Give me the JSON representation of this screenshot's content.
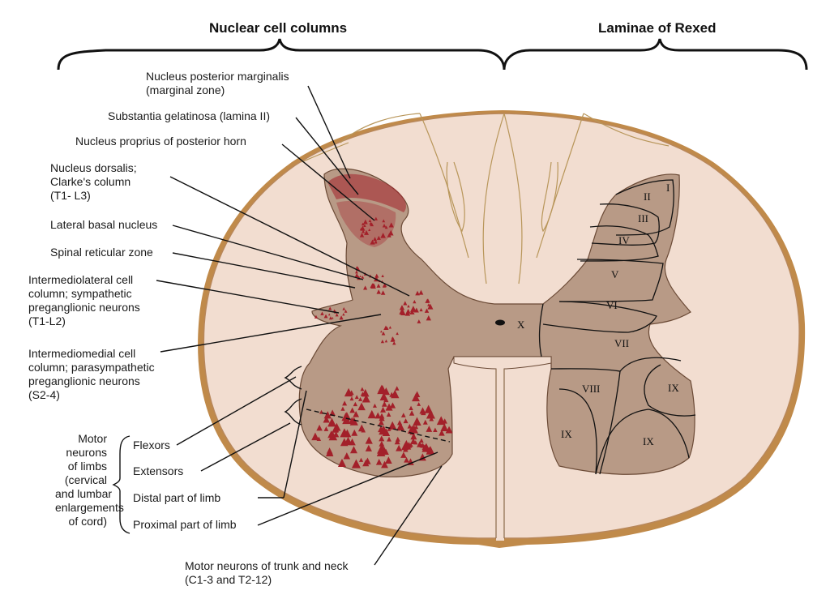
{
  "headers": {
    "left": "Nuclear cell columns",
    "right": "Laminae of Rexed"
  },
  "labels": {
    "posterior_marginalis": [
      "Nucleus posterior marginalis",
      "(marginal zone)"
    ],
    "gelatinosa": "Substantia gelatinosa (lamina II)",
    "proprius": "Nucleus proprius of posterior horn",
    "dorsalis": [
      "Nucleus dorsalis;",
      "Clarke's column",
      "(T1- L3)"
    ],
    "lateral_basal": "Lateral basal nucleus",
    "spinal_reticular": "Spinal reticular zone",
    "intermediolateral": [
      "Intermediolateral cell",
      "column; sympathetic",
      "preganglionic neurons",
      "(T1-L2)"
    ],
    "intermediomedial": [
      "Intermediomedial cell",
      "column; parasympathetic",
      "preganglionic neurons",
      "(S2-4)"
    ],
    "motor_limbs": [
      "Motor",
      "neurons",
      "of limbs",
      "(cervical",
      "and lumbar",
      "enlargements",
      "of cord)"
    ],
    "flexors": "Flexors",
    "extensors": "Extensors",
    "distal": "Distal part of limb",
    "proximal": "Proximal part of limb",
    "trunk_neck": [
      "Motor neurons of trunk and neck",
      "(C1-3 and T2-12)"
    ]
  },
  "laminae": [
    "I",
    "II",
    "III",
    "IV",
    "V",
    "VI",
    "VII",
    "VIII",
    "IX",
    "IX",
    "IX",
    "X"
  ],
  "colors": {
    "white_matter": "#f2ddd0",
    "gray_matter": "#b89a86",
    "neurons": "#a3202a",
    "outline": "#7a5a3a",
    "lines": "#111111"
  }
}
